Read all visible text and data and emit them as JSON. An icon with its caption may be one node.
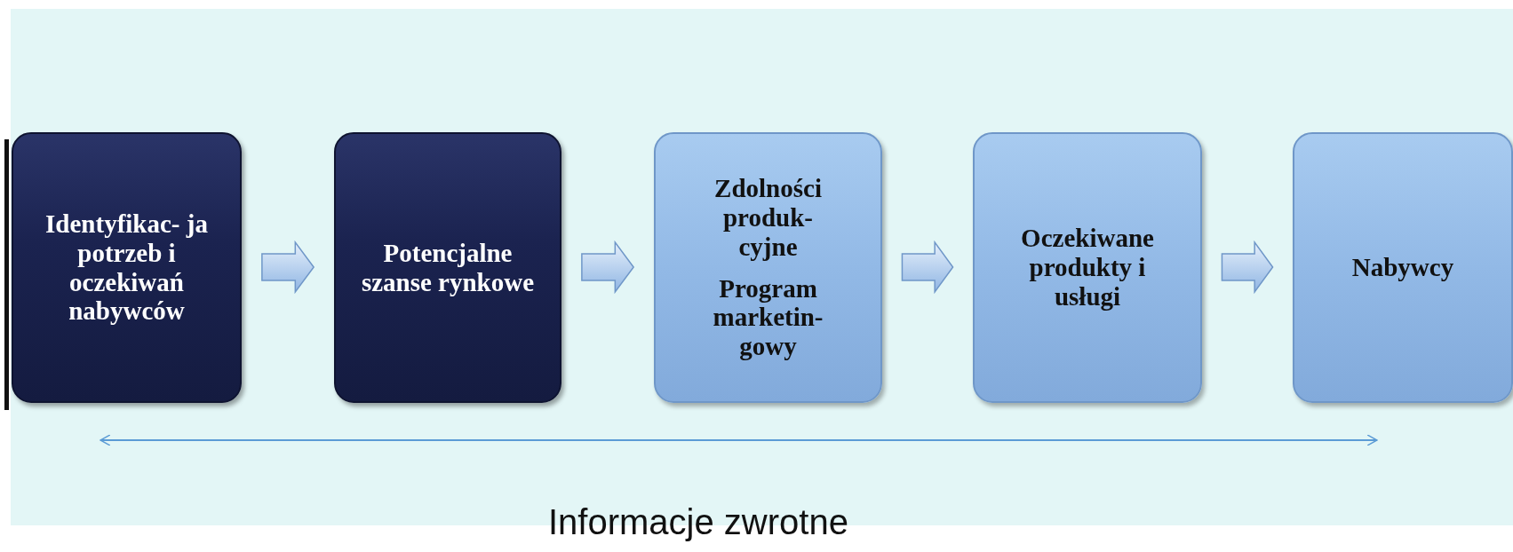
{
  "diagram": {
    "nodes": [
      {
        "text": [
          "Identyfikac- ja potrzeb i oczekiwań nabywców"
        ]
      },
      {
        "text": [
          "Potencjalne szanse rynkowe"
        ]
      },
      {
        "text": [
          "Zdolności produk- cyjne",
          "Program marketin- gowy"
        ]
      },
      {
        "text": [
          "Oczekiwane produkty i usługi"
        ]
      },
      {
        "text": [
          "Nabywcy"
        ]
      }
    ],
    "edges": [
      {
        "from": 0,
        "to": 1,
        "arrow": "to"
      },
      {
        "from": 1,
        "to": 2,
        "arrow": "to"
      },
      {
        "from": 2,
        "to": 3,
        "arrow": "to"
      },
      {
        "from": 3,
        "to": 4,
        "arrow": "to"
      },
      {
        "from": 4,
        "to": 0,
        "arrow": "both",
        "color": "#5b9bd5"
      }
    ],
    "labels": [
      "Informacje zwrotne"
    ]
  }
}
